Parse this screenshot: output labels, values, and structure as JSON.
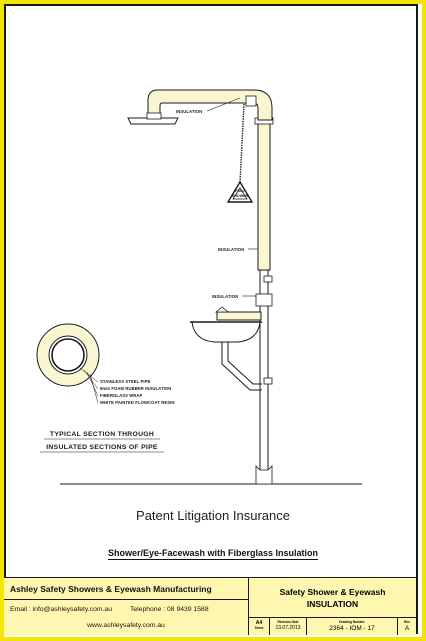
{
  "drawing": {
    "labels": {
      "insulation_top": "INSULATION",
      "insulation_mid": "INSULATION",
      "insulation_bottom": "INSULATION",
      "pull": "PULL",
      "shower": "SHOWER"
    },
    "section": {
      "layers": [
        "STAINLESS STEEL PIPE",
        "9mm FOAM RUBBER INSULATION",
        "FIBERGLASS WRAP",
        "WHITE PAINTED FLOWCOAT RESIN"
      ],
      "title_line1": "TYPICAL SECTION THROUGH",
      "title_line2": "INSULATED SECTIONS OF PIPE"
    },
    "colors": {
      "insulation": "#fbf6d2",
      "frame": "#f2e600",
      "title_block": "#fff7b0"
    }
  },
  "caption": "Patent Litigation Insurance",
  "subtitle": "Shower/Eye-Facewash with Fiberglass Insulation",
  "title_block": {
    "company": "Ashley Safety Showers & Eyewash Manufacturing",
    "email": "Email : info@ashleysafety.com.au",
    "telephone": "Telephone : 08 9439 1588",
    "website": "www.ashleysafety.com.au",
    "doc_title_line1": "Safety Shower & Eyewash",
    "doc_title_line2": "INSULATION",
    "sheet_label": "A4",
    "sheet_sub": "Sheet",
    "revision_date_label": "Revision Date",
    "revision_date": "13.07.2013",
    "drawing_number_label": "Drawing Number",
    "drawing_number": "2364 - IOM - 17",
    "rev_label": "Rev",
    "rev": "A"
  }
}
